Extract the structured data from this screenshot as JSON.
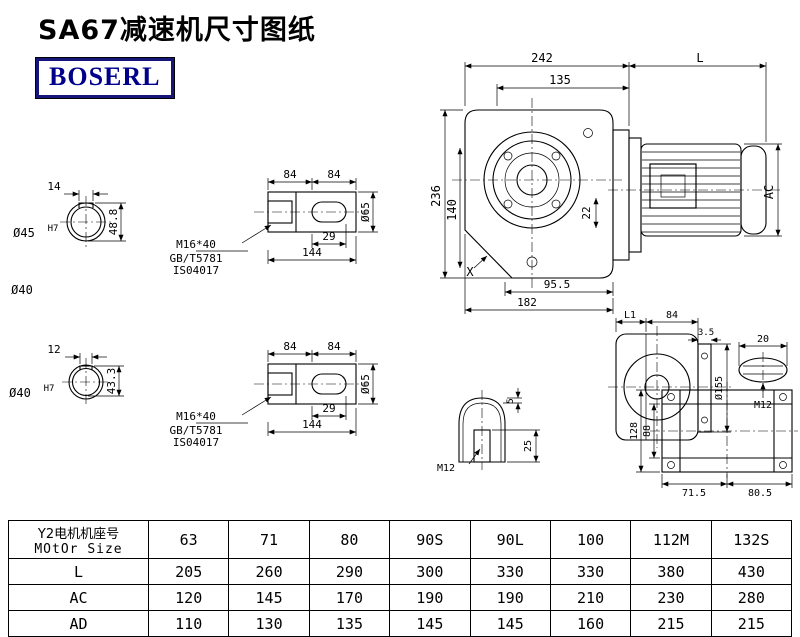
{
  "page": {
    "title": "SA67减速机尺寸图纸",
    "logo": "BOSERL"
  },
  "views": {
    "bore_view_1": {
      "key_width": "14",
      "bore": "Ø45",
      "tol": "H7",
      "bore_depth": "48.8",
      "note": "Ø40"
    },
    "bore_view_2": {
      "key_width": "12",
      "bore": "Ø40",
      "tol": "H7",
      "bore_depth": "43.3"
    },
    "shaft_view_1": {
      "seg_a": "84",
      "seg_b": "84",
      "key_len": "29",
      "total_len": "144",
      "dia": "Ø65",
      "bolt": "M16*40",
      "bolt_std": "GB/T5781",
      "bolt_iso": "IS04017"
    },
    "shaft_view_2": {
      "seg_a": "84",
      "seg_b": "84",
      "key_len": "29",
      "total_len": "144",
      "dia": "Ø65",
      "bolt": "M16*40",
      "bolt_std": "GB/T5781",
      "bolt_iso": "IS04017"
    },
    "front_view": {
      "width_242": "242",
      "width_135": "135",
      "motor_len": "L",
      "height_236": "236",
      "height_140": "140",
      "offset_22": "22",
      "motor_dia": "AC",
      "width_95_5": "95.5",
      "width_182": "182",
      "x_mark": "X"
    },
    "side_view": {
      "len_l1": "L1",
      "width_84": "84",
      "gap_3_5": "3.5",
      "width_20": "20",
      "flange_dia": "Ø155",
      "thread": "M12"
    },
    "plug_view": {
      "cap_5": "5",
      "depth_25": "25",
      "thread": "M12"
    },
    "bottom_view": {
      "height_128": "128",
      "height_88": "88",
      "width_71_5": "71.5",
      "width_80_5": "80.5"
    }
  },
  "table": {
    "header": {
      "line1": "Y2电机机座号",
      "line2": "MOtOr Size"
    },
    "sizes": [
      "63",
      "71",
      "80",
      "90S",
      "90L",
      "100",
      "112M",
      "132S"
    ],
    "rows": [
      {
        "label": "L",
        "values": [
          "205",
          "260",
          "290",
          "300",
          "330",
          "330",
          "380",
          "430"
        ]
      },
      {
        "label": "AC",
        "values": [
          "120",
          "145",
          "170",
          "190",
          "190",
          "210",
          "230",
          "280"
        ]
      },
      {
        "label": "AD",
        "values": [
          "110",
          "130",
          "135",
          "145",
          "145",
          "160",
          "215",
          "215"
        ]
      }
    ]
  }
}
